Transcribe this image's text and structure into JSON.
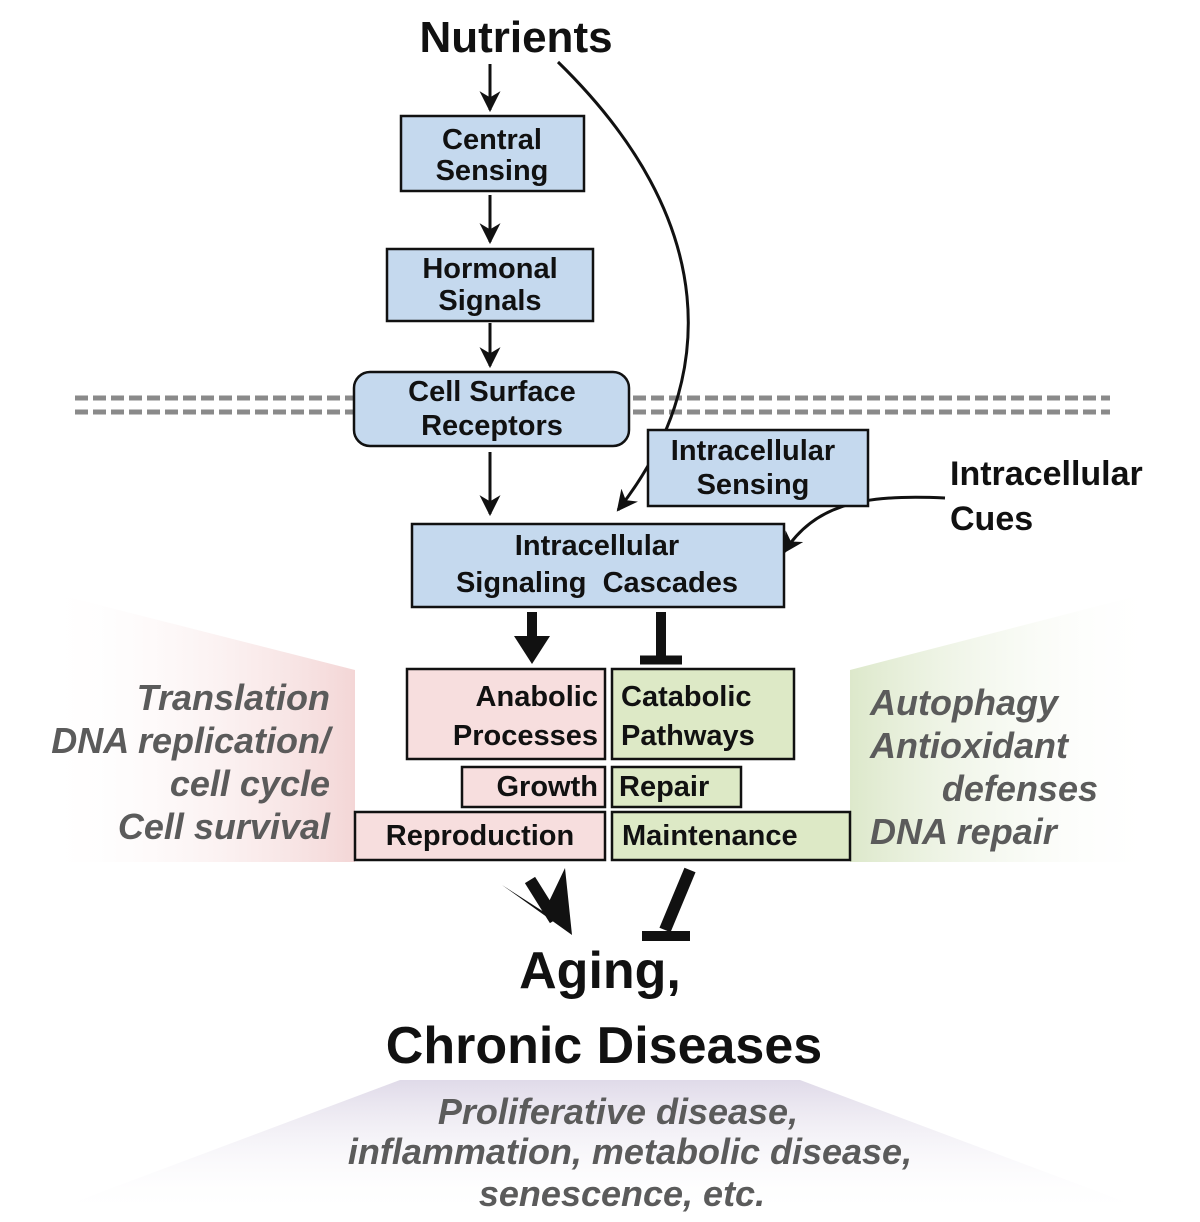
{
  "nodes": {
    "nutrients": "Nutrients",
    "central_sensing": [
      "Central",
      "Sensing"
    ],
    "hormonal_signals": [
      "Hormonal",
      "Signals"
    ],
    "cell_surface_receptors": [
      "Cell Surface",
      "Receptors"
    ],
    "intracellular_sensing": [
      "Intracellular",
      "Sensing"
    ],
    "intracellular_cues": [
      "Intracellular",
      "Cues"
    ],
    "signaling_cascades": [
      "Intracellular",
      "Signaling  Cascades"
    ],
    "anabolic_processes": [
      "Anabolic",
      "Processes"
    ],
    "catabolic_pathways": [
      "Catabolic",
      "Pathways"
    ],
    "growth": "Growth",
    "repair": "Repair",
    "reproduction": "Reproduction",
    "maintenance": "Maintenance",
    "outcome": [
      "Aging,",
      "Chronic Diseases"
    ]
  },
  "side_notes": {
    "left": [
      "Translation",
      "DNA replication/",
      "cell cycle",
      "Cell survival"
    ],
    "right": [
      "Autophagy",
      "Antioxidant",
      "defenses",
      "DNA repair"
    ],
    "bottom": [
      "Proliferative disease,",
      "inflammation, metabolic disease,",
      "senescence, etc."
    ]
  },
  "colors": {
    "signal_box": "#c5d9ee",
    "anabolic_box": "#f7dede",
    "catabolic_box": "#dde9c6",
    "membrane": "#8a8a8a",
    "side_text": "#5b5b5b"
  }
}
